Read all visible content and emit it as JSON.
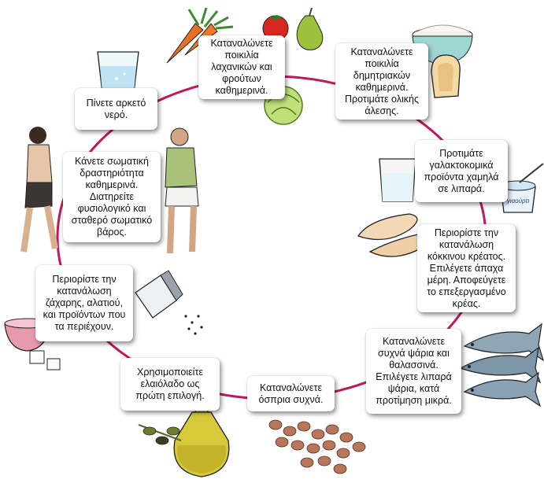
{
  "tips": {
    "fruits_vegetables": "Καταναλώνετε ποικιλία λαχανικών και φρούτων καθημερινά.",
    "cereals": "Καταναλώνετε ποικιλία δημητριακών καθημερινά. Προτιμάτε ολικής άλεσης.",
    "dairy": "Προτιμάτε γαλακτοκομικά προϊόντα χαμηλά σε λιπαρά.",
    "red_meat": "Περιορίστε την κατανάλωση κόκκινου κρέατος. Επιλέγετε άπαχα μέρη. Αποφεύγετε το επεξεργασμένο κρέας.",
    "fish": "Καταναλώνετε συχνά ψάρια και θαλασσινά. Επιλέγετε λιπαρά ψάρια, κατά προτίμηση μικρά.",
    "legumes": "Καταναλώνετε όσπρια συχνά.",
    "olive_oil": "Χρησιμοποιείτε ελαιόλαδο ως πρώτη επιλογή.",
    "sugar_salt": "Περιορίστε την κατανάλωση ζάχαρης, αλατιού, και προϊόντων που τα περιέχουν.",
    "exercise": "Κάνετε σωματική δραστηριότητα καθημερινά. Διατηρείτε φυσιολογικό και σταθερό σωματικό βάρος.",
    "water": "Πίνετε αρκετό νερό."
  },
  "yogurt_label": "γιαούρτι",
  "colors": {
    "circle": "#c2185b"
  }
}
